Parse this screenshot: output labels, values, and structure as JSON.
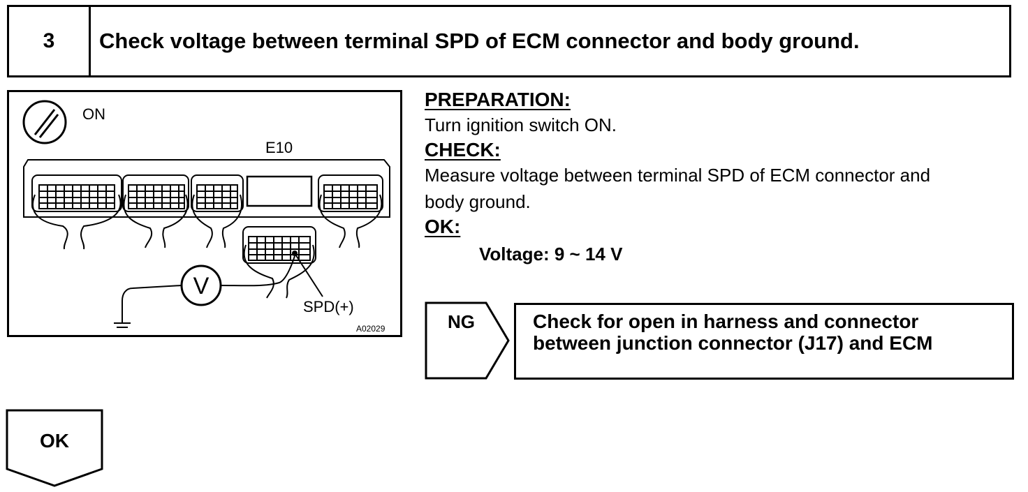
{
  "step": {
    "number": "3",
    "title": "Check voltage between terminal SPD of ECM connector and body ground."
  },
  "diagram": {
    "ignition_label": "ON",
    "connector_label": "E10",
    "meter_symbol": "V",
    "terminal_label": "SPD(+)",
    "figure_code": "A02029"
  },
  "preparation": {
    "heading": "PREPARATION:",
    "text": "Turn ignition switch ON."
  },
  "check": {
    "heading": "CHECK:",
    "line1": "Measure voltage between terminal SPD of ECM connector and",
    "line2": "body ground."
  },
  "ok_spec": {
    "heading": "OK:",
    "text": "Voltage:  9 ~ 14 V"
  },
  "ng_branch": {
    "label": "NG",
    "line1": "Check for open in harness and connector",
    "line2": "between junction connector (J17) and ECM"
  },
  "ok_branch": {
    "label": "OK"
  }
}
